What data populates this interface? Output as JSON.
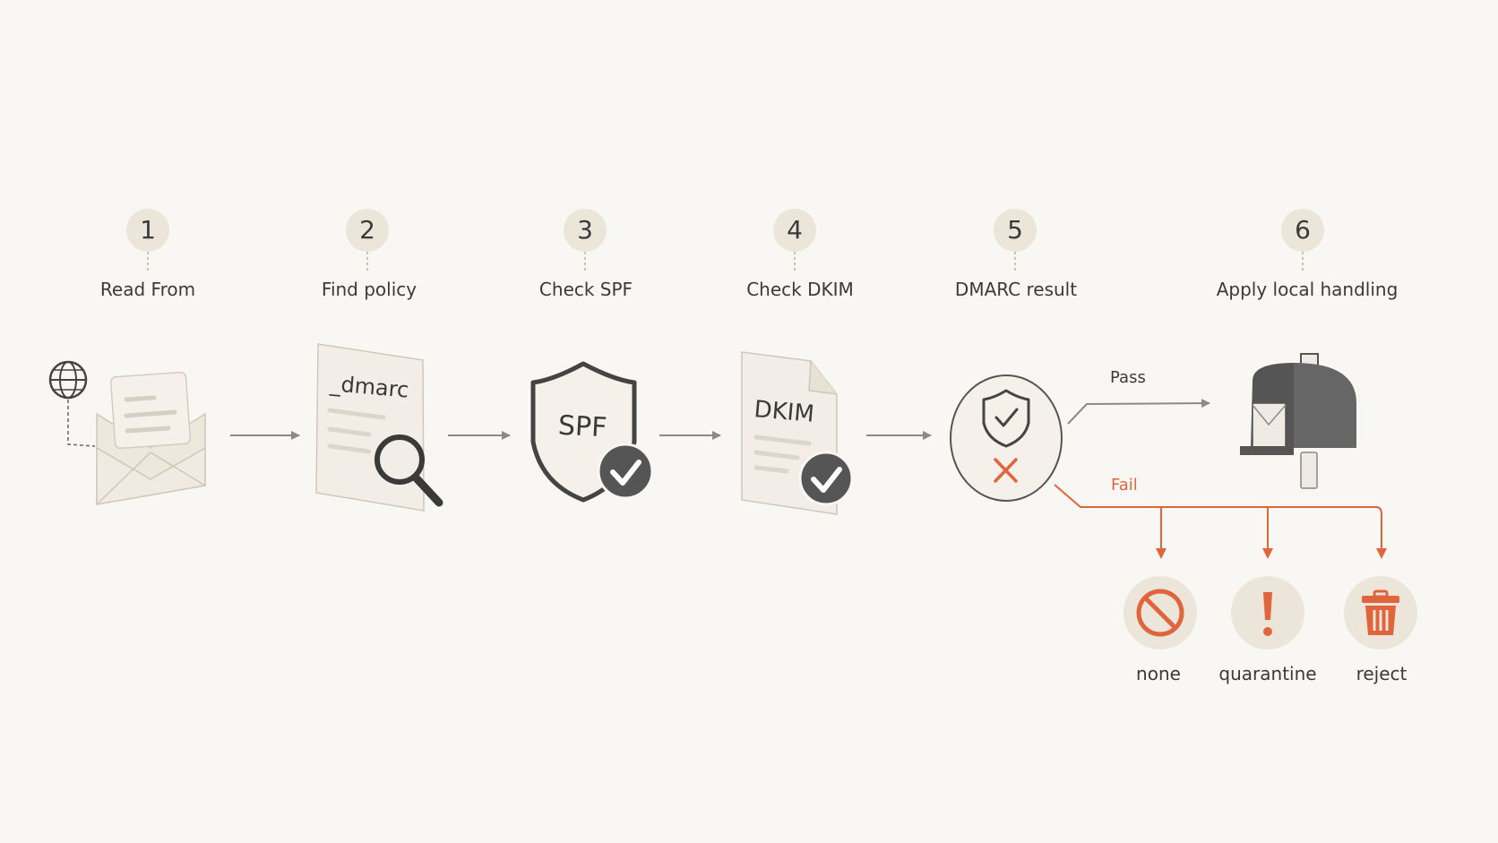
{
  "steps": [
    {
      "number": "1",
      "label": "Read From",
      "icon": "envelope-globe-icon"
    },
    {
      "number": "2",
      "label": "Find policy",
      "icon": "dns-record-search-icon"
    },
    {
      "number": "3",
      "label": "Check SPF",
      "icon": "spf-shield-check-icon"
    },
    {
      "number": "4",
      "label": "Check DKIM",
      "icon": "dkim-document-check-icon"
    },
    {
      "number": "5",
      "label": "DMARC result",
      "icon": "dmarc-result-icon"
    },
    {
      "number": "6",
      "label": "Apply local handling",
      "icon": "mailbox-icon"
    }
  ],
  "icon_text": {
    "policy_doc": "_dmarc",
    "spf": "SPF",
    "dkim": "DKIM"
  },
  "branches": {
    "pass": "Pass",
    "fail": "Fail"
  },
  "outcomes": [
    {
      "label": "none",
      "icon": "no-entry-icon"
    },
    {
      "label": "quarantine",
      "icon": "exclamation-icon"
    },
    {
      "label": "reject",
      "icon": "trash-icon"
    }
  ],
  "colors": {
    "background": "#f9f7f3",
    "badge": "#ebe5da",
    "ink": "#3a3a3a",
    "icon_dark": "#555555",
    "paper": "#f2eee7",
    "fail": "#e0643c",
    "arrow": "#8a8a8a"
  }
}
